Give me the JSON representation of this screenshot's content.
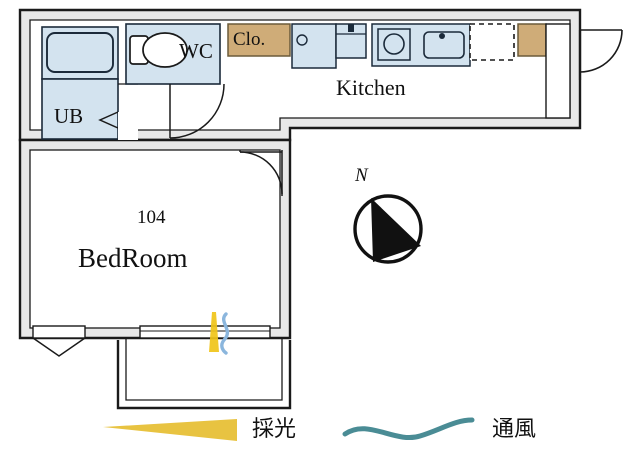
{
  "plan": {
    "unit_number": "104",
    "rooms": [
      {
        "key": "bedroom",
        "label": "BedRoom"
      },
      {
        "key": "kitchen",
        "label": "Kitchen"
      },
      {
        "key": "wc",
        "label": "WC"
      },
      {
        "key": "ub",
        "label": "UB"
      },
      {
        "key": "closet",
        "label": "Clo."
      }
    ],
    "compass": {
      "label": "N"
    },
    "legend": [
      {
        "key": "daylight",
        "label": "採光",
        "color": "#e8c341"
      },
      {
        "key": "ventilation",
        "label": "通風",
        "color": "#4a8c95"
      }
    ],
    "colors": {
      "wall": "#1a1a1a",
      "wall_fill": "#e8e8e8",
      "fixture_blue": "#d3e3ef",
      "fixture_blue_stroke": "#1b2a3a",
      "closet_tan": "#cfac78",
      "closet_tan_stroke": "#6b5b3a",
      "daylight_yellow": "#f0c419",
      "ventilation_blue": "#8bb6dd",
      "compass_dark": "#111111"
    }
  }
}
